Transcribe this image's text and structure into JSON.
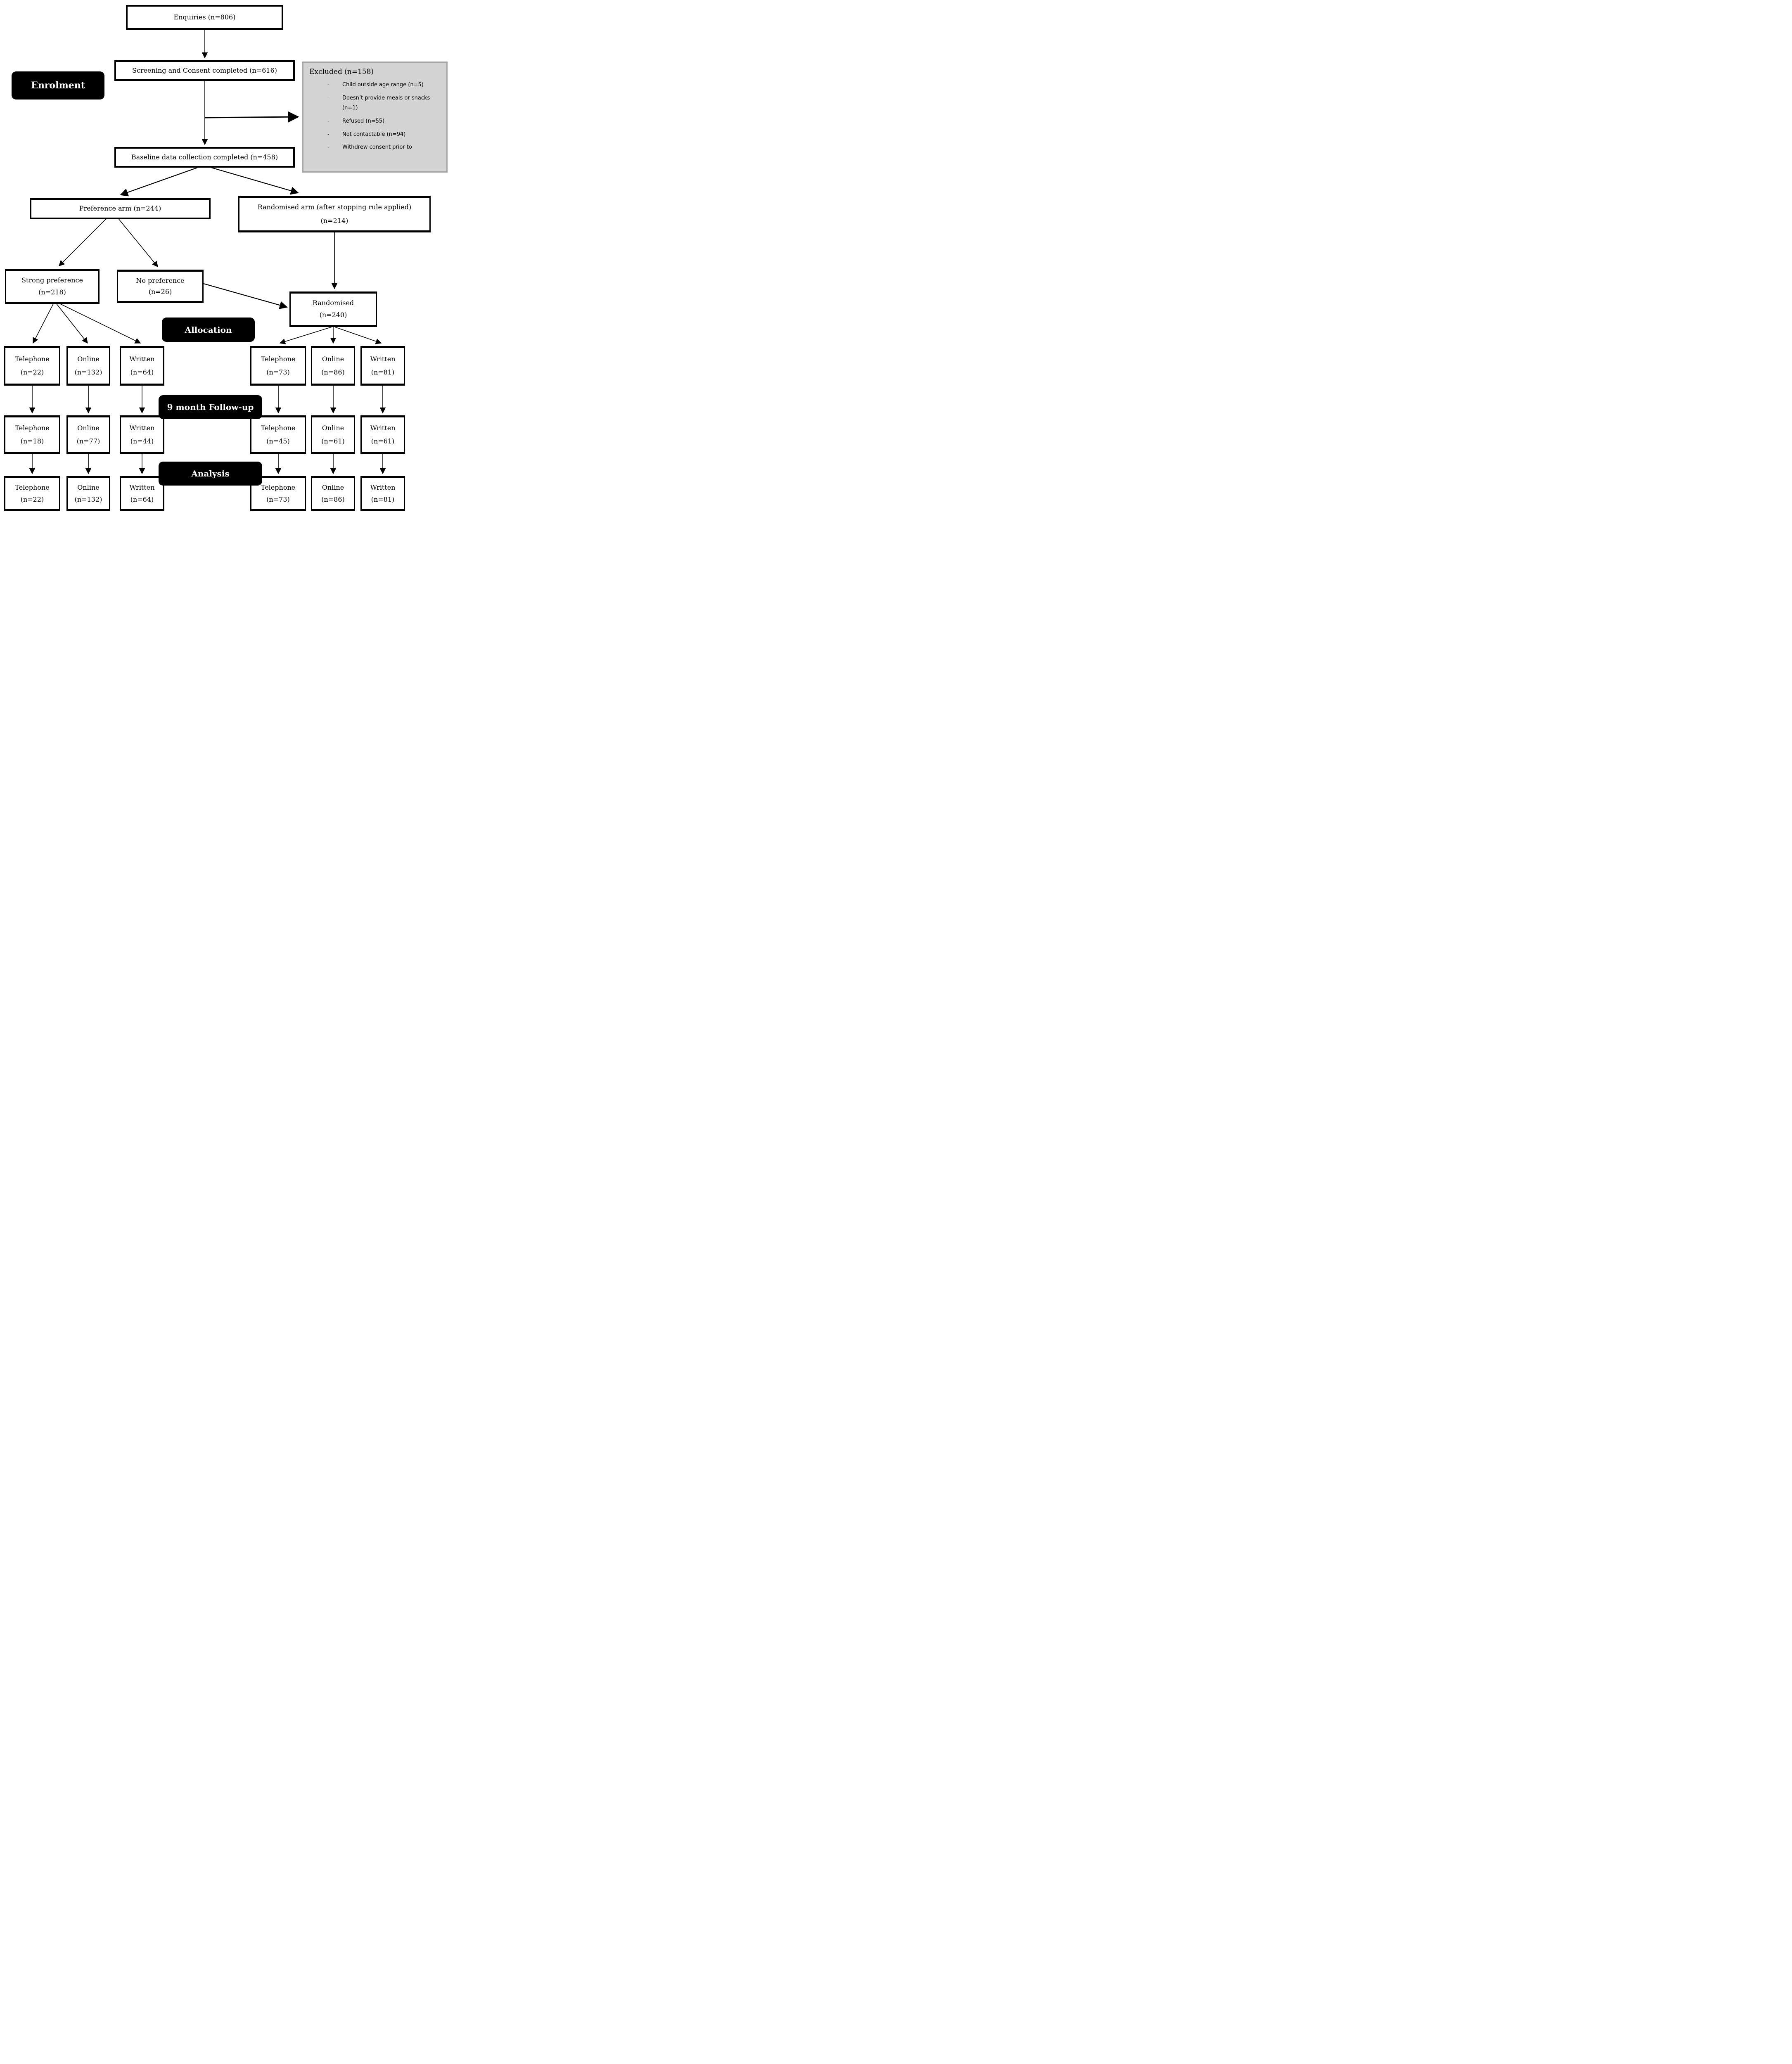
{
  "stages": {
    "enrolment": "Enrolment",
    "allocation": "Allocation",
    "followup": "9 month Follow-up",
    "analysis": "Analysis"
  },
  "nodes": {
    "enquiries": {
      "label": "Enquiries (n=806)"
    },
    "screening": {
      "label": "Screening and Consent completed (n=616)"
    },
    "baseline": {
      "label": "Baseline data collection completed (n=458)"
    },
    "preference_arm": {
      "label": "Preference arm (n=244)"
    },
    "randomised_arm": {
      "line1": "Randomised arm (after stopping rule applied)",
      "line2": "(n=214)"
    },
    "strong_preference": {
      "line1": "Strong preference",
      "line2": "(n=218)"
    },
    "no_preference": {
      "line1": "No preference",
      "line2": "(n=26)"
    },
    "randomised": {
      "line1": "Randomised",
      "line2": "(n=240)"
    },
    "alloc_pref_telephone": {
      "line1": "Telephone",
      "line2": "(n=22)"
    },
    "alloc_pref_online": {
      "line1": "Online",
      "line2": "(n=132)"
    },
    "alloc_pref_written": {
      "line1": "Written",
      "line2": "(n=64)"
    },
    "alloc_rand_telephone": {
      "line1": "Telephone",
      "line2": "(n=73)"
    },
    "alloc_rand_online": {
      "line1": "Online",
      "line2": "(n=86)"
    },
    "alloc_rand_written": {
      "line1": "Written",
      "line2": "(n=81)"
    },
    "fu_pref_telephone": {
      "line1": "Telephone",
      "line2": "(n=18)"
    },
    "fu_pref_online": {
      "line1": "Online",
      "line2": "(n=77)"
    },
    "fu_pref_written": {
      "line1": "Written",
      "line2": "(n=44)"
    },
    "fu_rand_telephone": {
      "line1": "Telephone",
      "line2": "(n=45)"
    },
    "fu_rand_online": {
      "line1": "Online",
      "line2": "(n=61)"
    },
    "fu_rand_written": {
      "line1": "Written",
      "line2": "(n=61)"
    },
    "an_pref_telephone": {
      "line1": "Telephone",
      "line2": "(n=22)"
    },
    "an_pref_online": {
      "line1": "Online",
      "line2": "(n=132)"
    },
    "an_pref_written": {
      "line1": "Written",
      "line2": "(n=64)"
    },
    "an_rand_telephone": {
      "line1": "Telephone",
      "line2": "(n=73)"
    },
    "an_rand_online": {
      "line1": "Online",
      "line2": "(n=86)"
    },
    "an_rand_written": {
      "line1": "Written",
      "line2": "(n=81)"
    }
  },
  "excluded": {
    "title": "Excluded (n=158)",
    "dash": "-",
    "items": [
      "Child outside age range (n=5)",
      "Doesn’t provide meals or snacks (n=1)",
      "Refused (n=55)",
      "Not contactable (n=94)",
      "Withdrew consent prior to"
    ]
  },
  "colors": {
    "box_border": "#000000",
    "label_bg": "#000000",
    "label_text": "#ffffff",
    "excluded_bg": "#d3d3d3",
    "excluded_border": "#a6a6a6"
  }
}
